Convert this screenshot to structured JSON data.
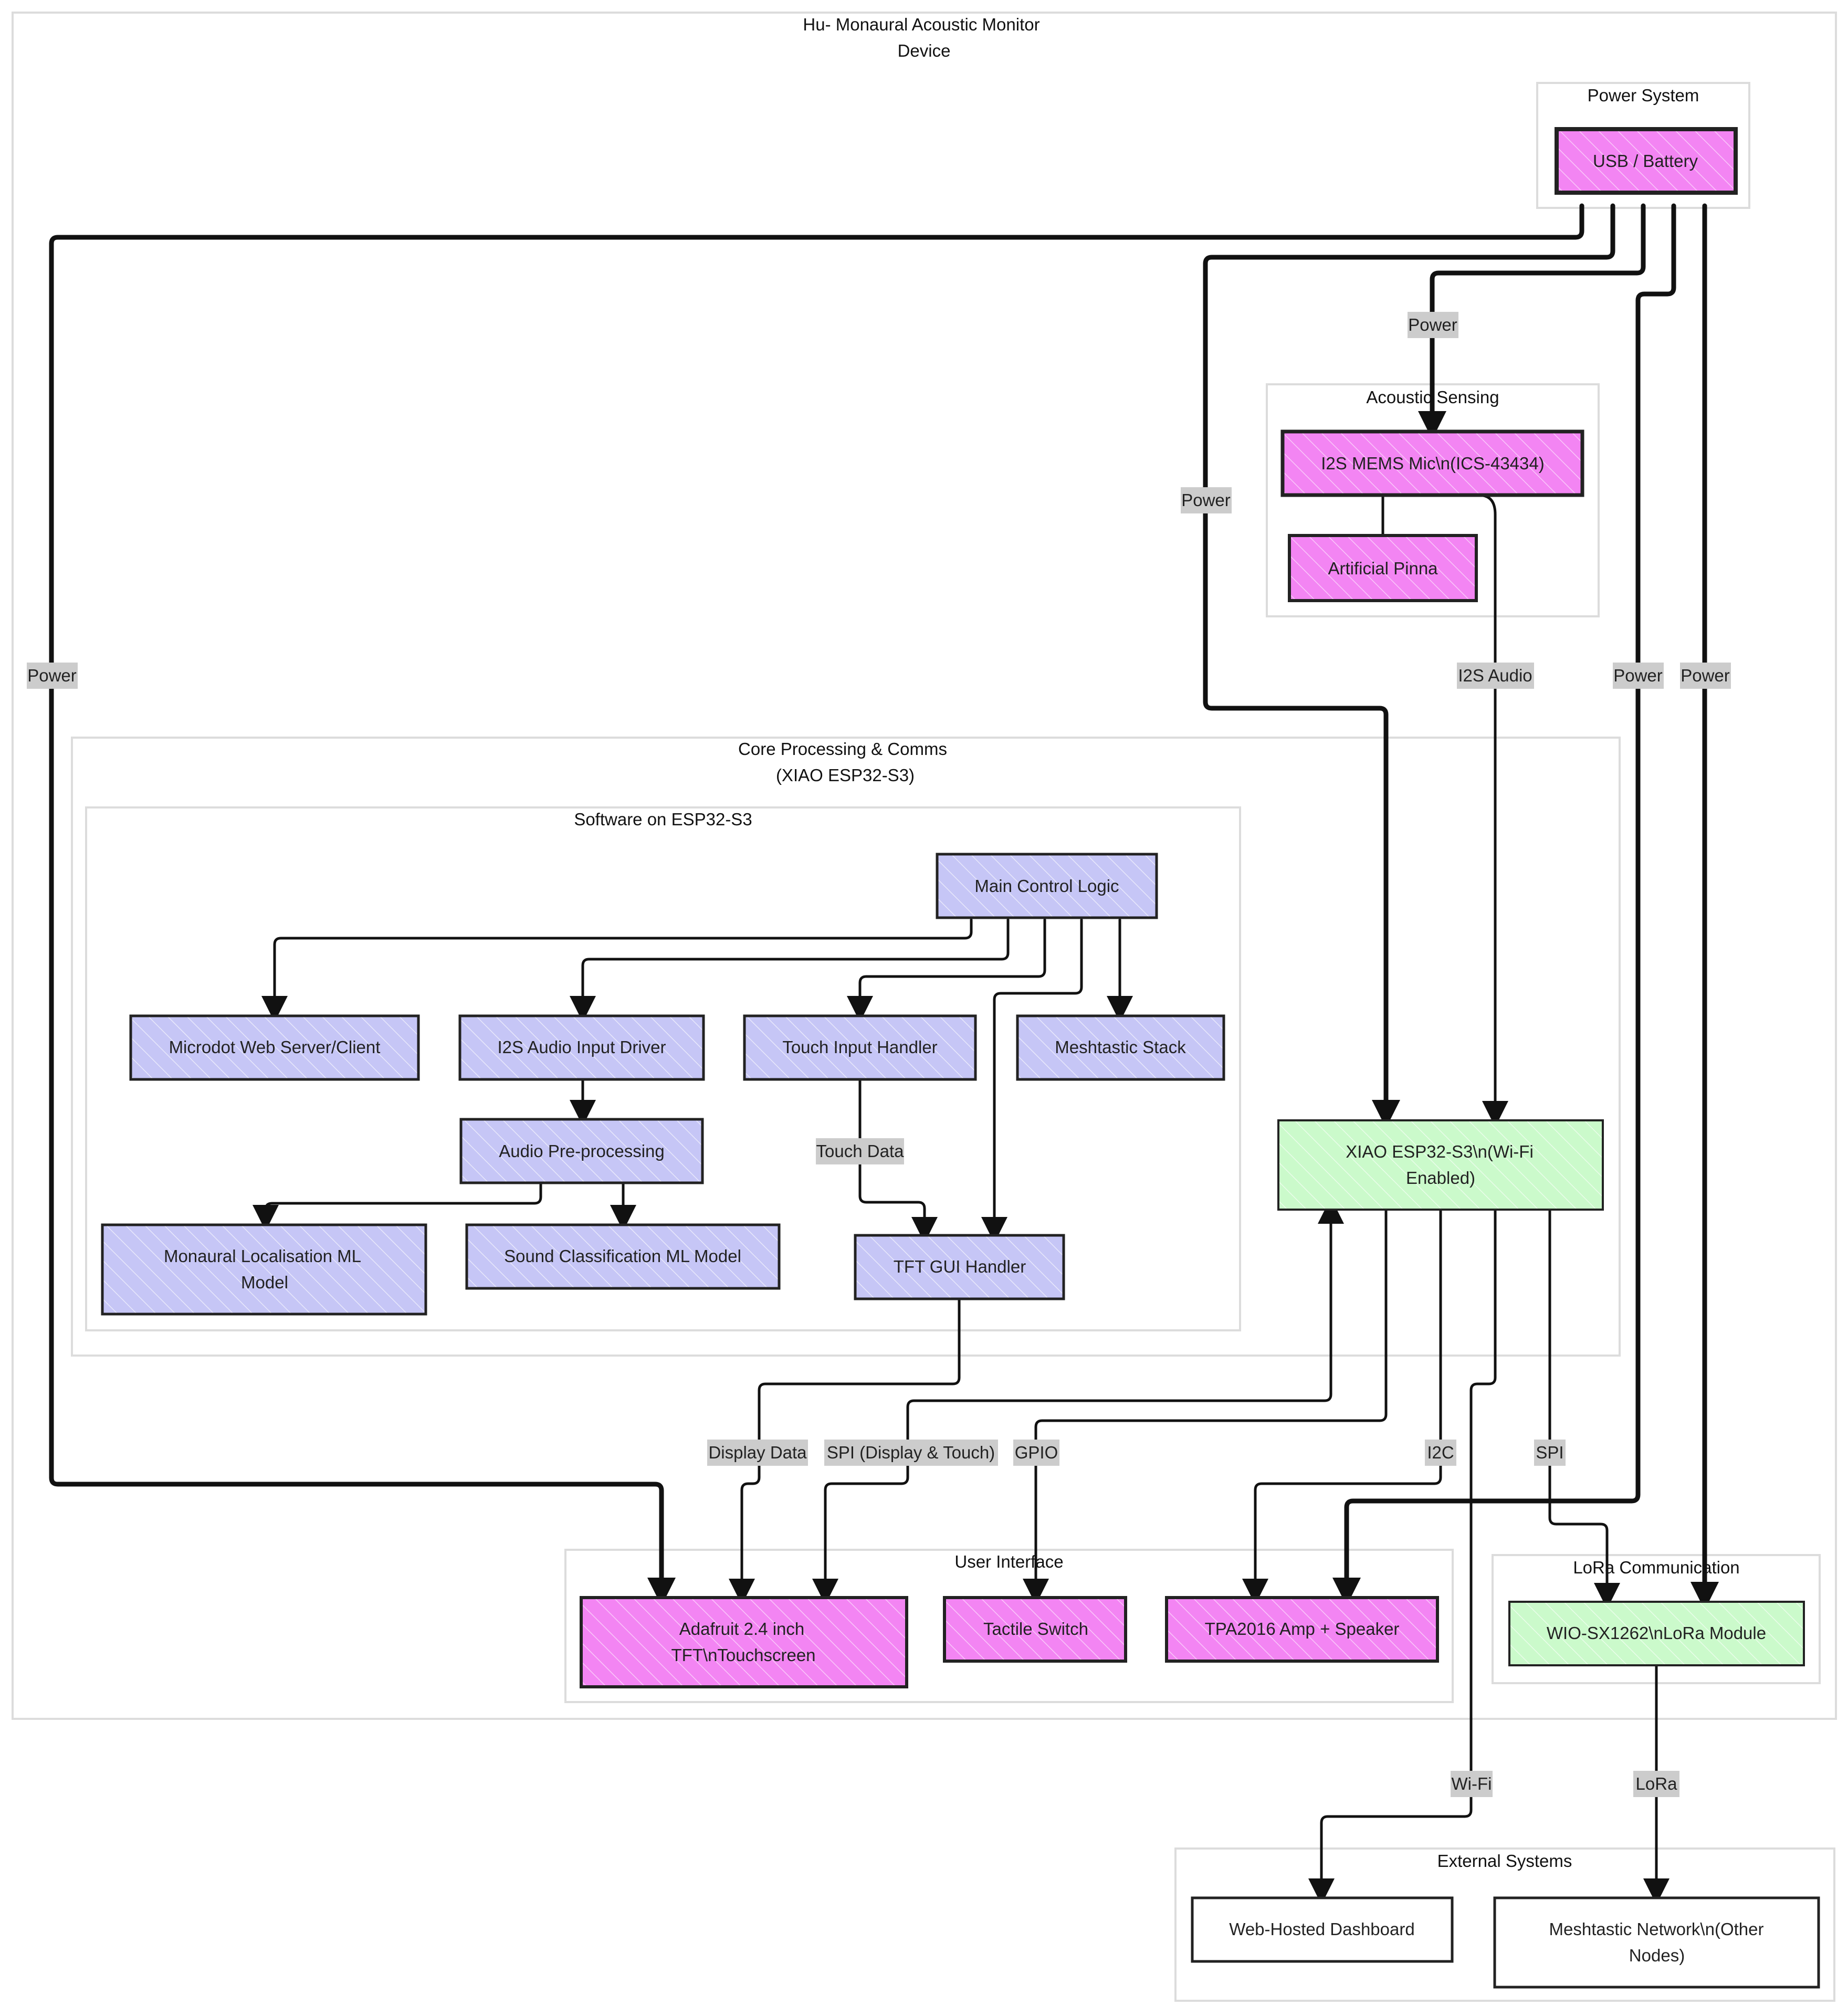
{
  "title": {
    "line1": "Hu- Monaural Acoustic Monitor",
    "line2": "Device"
  },
  "groups": {
    "power": "Power System",
    "acoustic": "Acoustic Sensing",
    "core_line1": "Core Processing & Comms",
    "core_line2": "(XIAO ESP32-S3)",
    "software": "Software on ESP32-S3",
    "ui": "User Interface",
    "lora": "LoRa Communication",
    "external": "External Systems"
  },
  "nodes": {
    "usb": "USB / Battery",
    "mic": "I2S MEMS Mic\\n(ICS-43434)",
    "pinna": "Artificial Pinna",
    "main": "Main Control Logic",
    "microdot": "Microdot Web Server/Client",
    "i2sdrv": "I2S Audio Input Driver",
    "touch": "Touch Input Handler",
    "mesh": "Meshtastic Stack",
    "preproc": "Audio Pre-processing",
    "monaural_l1": "Monaural Localisation ML",
    "monaural_l2": "Model",
    "soundcls": "Sound Classification ML Model",
    "tftgui": "TFT GUI Handler",
    "xiao_l1": "XIAO ESP32-S3\\n(Wi-Fi",
    "xiao_l2": "Enabled)",
    "tft_l1": "Adafruit 2.4 inch",
    "tft_l2": "TFT\\nTouchscreen",
    "switch": "Tactile Switch",
    "amp": "TPA2016 Amp + Speaker",
    "wio": "WIO-SX1262\\nLoRa Module",
    "dashboard": "Web-Hosted Dashboard",
    "meshnet_l1": "Meshtastic Network\\n(Other",
    "meshnet_l2": "Nodes)"
  },
  "edge_labels": {
    "power_mic": "Power",
    "power_xiao": "Power",
    "power_tft": "Power",
    "i2s_audio": "I2S Audio",
    "power_amp": "Power",
    "power_lora": "Power",
    "touch_data": "Touch Data",
    "display_data": "Display Data",
    "spi_display": "SPI (Display & Touch)",
    "gpio": "GPIO",
    "i2c": "I2C",
    "spi": "SPI",
    "wifi": "Wi-Fi",
    "lora": "LoRa"
  },
  "colors": {
    "hardware": "#f385f3",
    "software": "#c9c9f7",
    "controller": "#cdfccd",
    "external": "#ffffff",
    "edge_label_bg": "#cccccc",
    "group_border": "#dddddd"
  }
}
